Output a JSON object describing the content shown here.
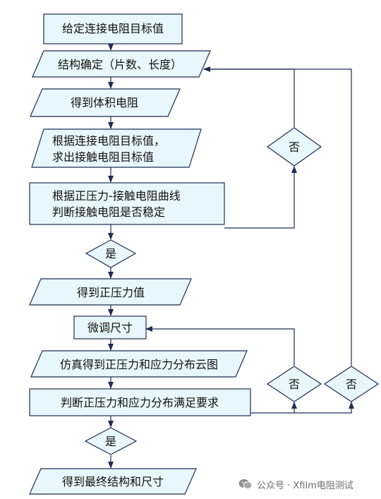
{
  "steps": {
    "s1": "给定连接电阻目标值",
    "s2": "结构确定（片数、长度）",
    "s3": "得到体积电阻",
    "s4": [
      "根据连接电阻目标值，",
      "求出接触电阻目标值"
    ],
    "s5": [
      "根据正压力-接触电阻曲线",
      "判断接触电阻是否稳定"
    ],
    "s6": "得到正压力值",
    "s7": "微调尺寸",
    "s8": "仿真得到正压力和应力分布云图",
    "s9": "判断正压力和应力分布满足要求",
    "s10": "得到最终结构和尺寸"
  },
  "decisions": {
    "yes": "是",
    "no": "否"
  },
  "watermark": {
    "text": "公众号 · Xfilm电阻测试"
  }
}
